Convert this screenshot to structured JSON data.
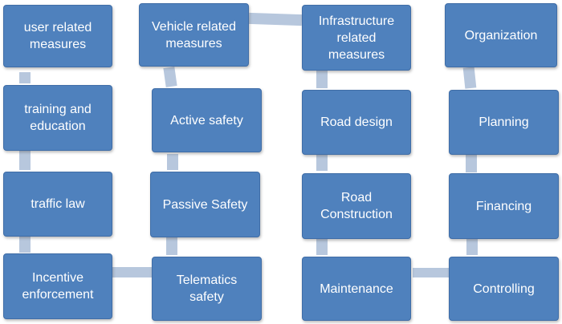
{
  "columns": [
    {
      "name": "user",
      "boxes": [
        {
          "lines": [
            "user related",
            "measures"
          ]
        },
        {
          "lines": [
            "training and",
            "education"
          ]
        },
        {
          "lines": [
            "traffic law"
          ]
        },
        {
          "lines": [
            "Incentive",
            "enforcement"
          ]
        }
      ]
    },
    {
      "name": "vehicle",
      "boxes": [
        {
          "lines": [
            "Vehicle related",
            "measures"
          ]
        },
        {
          "lines": [
            "Active safety"
          ]
        },
        {
          "lines": [
            "Passive Safety"
          ]
        },
        {
          "lines": [
            "Telematics",
            "safety"
          ]
        }
      ]
    },
    {
      "name": "infrastructure",
      "boxes": [
        {
          "lines": [
            "Infrastructure",
            "related",
            "measures"
          ]
        },
        {
          "lines": [
            "Road design"
          ]
        },
        {
          "lines": [
            "Road",
            "Construction"
          ]
        },
        {
          "lines": [
            "Maintenance"
          ]
        }
      ]
    },
    {
      "name": "organization",
      "boxes": [
        {
          "lines": [
            "Organization"
          ]
        },
        {
          "lines": [
            "Planning"
          ]
        },
        {
          "lines": [
            "Financing"
          ]
        },
        {
          "lines": [
            "Controlling"
          ]
        }
      ]
    }
  ],
  "colors": {
    "box_fill": "#4f81bd",
    "box_text": "#ffffff",
    "connector": "#b7c7dd"
  }
}
